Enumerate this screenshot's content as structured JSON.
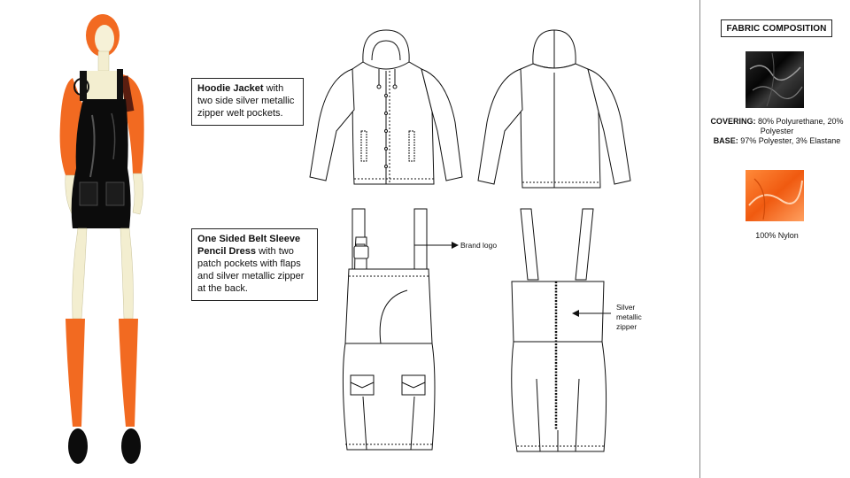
{
  "hoodie": {
    "title": "Hoodie Jacket",
    "desc": "with two side silver metallic zipper welt pockets."
  },
  "dress": {
    "title": "One Sided Belt Sleeve Pencil Dress",
    "desc": "with two patch pockets with flaps and silver metallic zipper at the back."
  },
  "annotations": {
    "brand_logo": "Brand logo",
    "zipper": [
      "Silver",
      "metallic",
      "zipper"
    ]
  },
  "fabric": {
    "heading": "FABRIC COMPOSITION",
    "black": {
      "covering_label": "COVERING:",
      "covering_value": "80% Polyurethane, 20% Polyester",
      "base_label": "BASE:",
      "base_value": "97% Polyester, 3% Elastane"
    },
    "orange": {
      "value": "100% Nylon"
    }
  },
  "colors": {
    "orange": "#f26a21",
    "black": "#0c0c0c",
    "skin": "#f3eed0"
  }
}
